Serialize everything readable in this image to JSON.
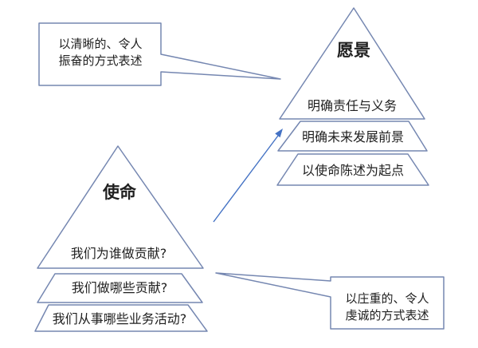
{
  "diagram": {
    "title_hint": "mission-vision pyramid diagram",
    "vision_pyramid": {
      "title": "愿景",
      "layers": [
        "明确责任与义务",
        "明确未来发展前景",
        "以使命陈述为起点"
      ]
    },
    "mission_pyramid": {
      "title": "使命",
      "layers": [
        "我们为谁做贡献?",
        "我们做哪些贡献?",
        "我们从事哪些业务活动?"
      ]
    },
    "vision_callout": {
      "line1": "以清晰的、令人",
      "line2": "振奋的方式表述"
    },
    "mission_callout": {
      "line1": "以庄重的、令人",
      "line2": "虔诚的方式表述"
    },
    "colors": {
      "shape_outline": "#7587b1",
      "arrow": "#4472c4",
      "text": "#1f1f1f",
      "background": "#ffffff"
    }
  }
}
